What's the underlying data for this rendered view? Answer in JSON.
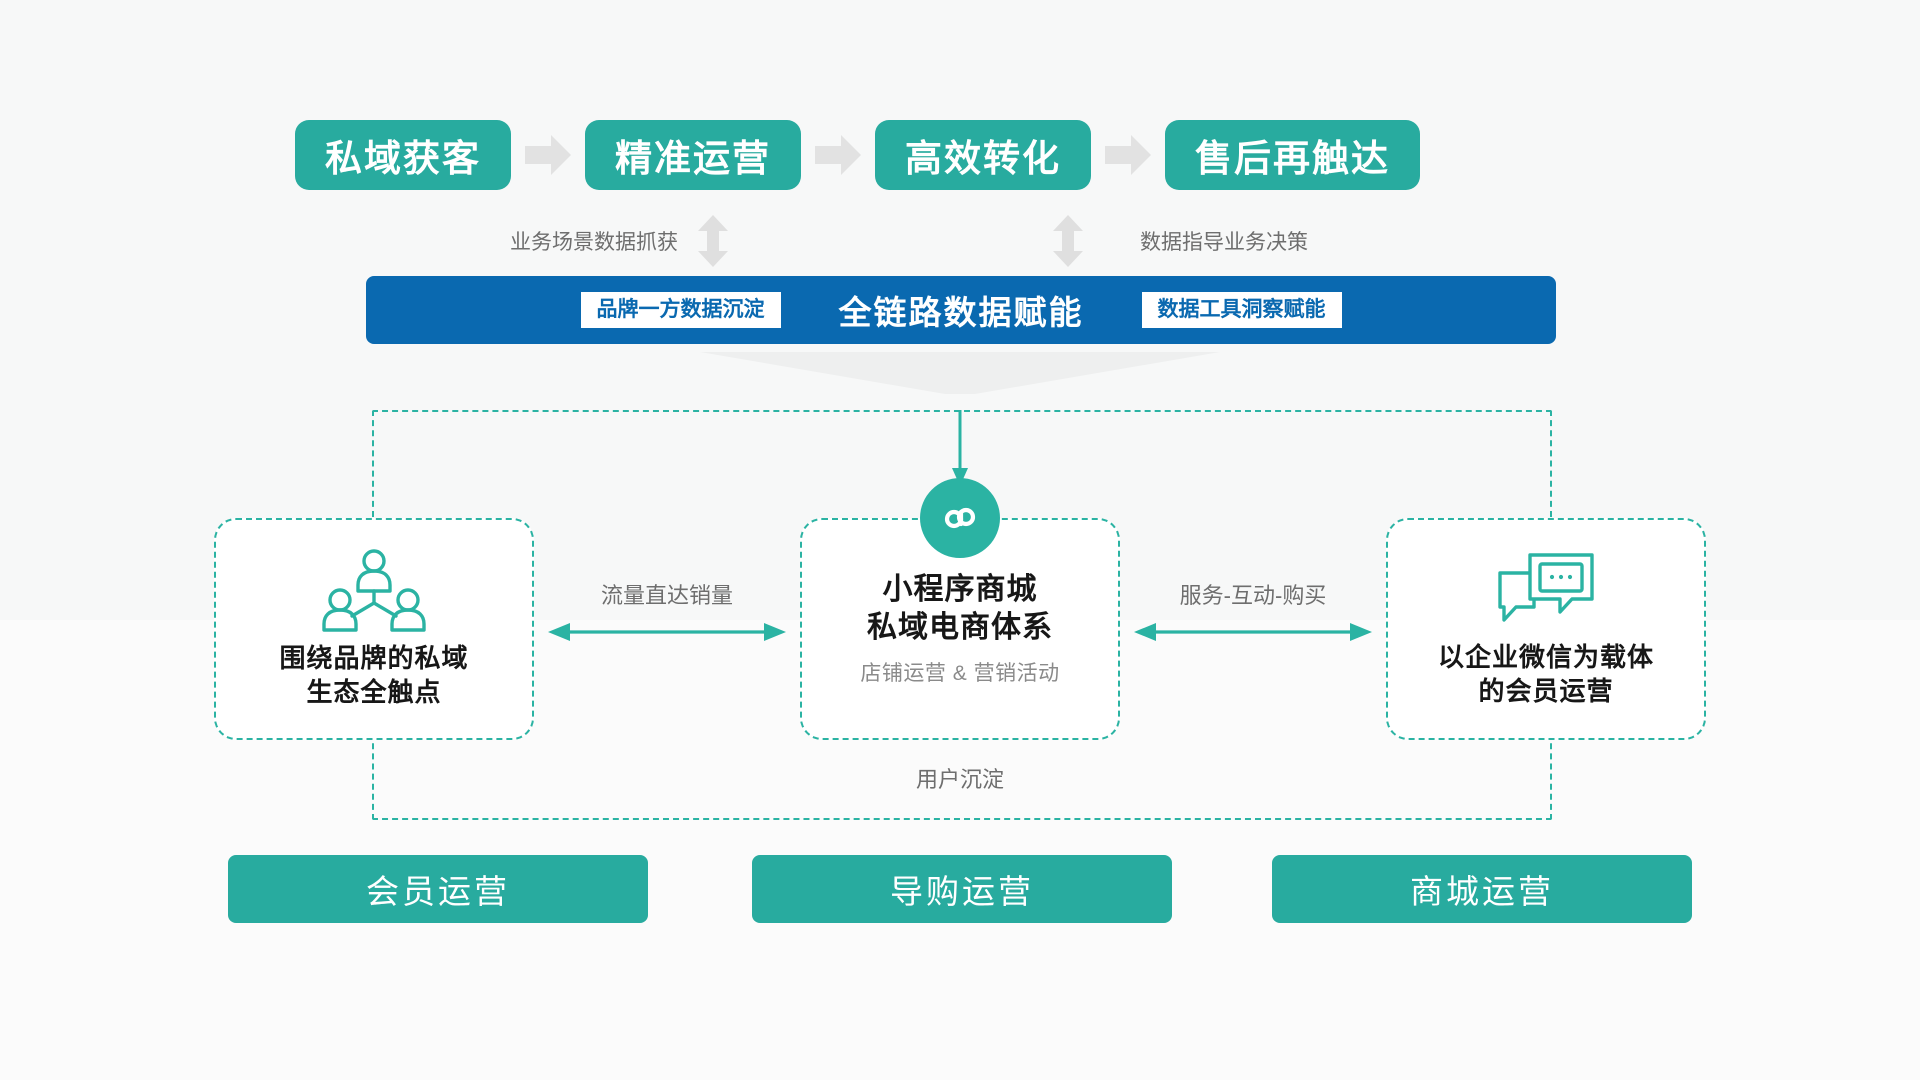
{
  "theme": {
    "teal": "#28ab9f",
    "teal_line": "#2bb3a3",
    "blue": "#0a69b0",
    "gray_text": "#6e6e6e",
    "arrow_gray": "#e0e0e0",
    "background": "#f7f8f8"
  },
  "flow_steps": [
    {
      "label": "私域获客"
    },
    {
      "label": "精准运营"
    },
    {
      "label": "高效转化"
    },
    {
      "label": "售后再触达"
    }
  ],
  "flow_connectors": [
    {
      "icon": "arrow-right-icon"
    },
    {
      "icon": "arrow-right-icon"
    },
    {
      "icon": "arrow-right-icon"
    }
  ],
  "bidirectional_notes": {
    "left_label": "业务场景数据抓获",
    "right_label": "数据指导业务决策",
    "arrow_icon": "double-arrow-vertical-icon"
  },
  "data_bar": {
    "left_tag": "品牌一方数据沉淀",
    "title": "全链路数据赋能",
    "right_tag": "数据工具洞察赋能"
  },
  "ecosystem": {
    "cards": [
      {
        "id": "private-domain-touchpoints",
        "icon": "people-group-icon",
        "title_line1": "围绕品牌的私域",
        "title_line2": "生态全触点",
        "subtitle": ""
      },
      {
        "id": "miniprogram-mall",
        "icon": "miniprogram-logo-icon",
        "title_line1": "小程序商城",
        "title_line2": "私域电商体系",
        "subtitle": "店铺运营 & 营销活动"
      },
      {
        "id": "wecom-member-operations",
        "icon": "chat-bubbles-icon",
        "title_line1": "以企业微信为载体",
        "title_line2": "的会员运营",
        "subtitle": ""
      }
    ],
    "connector_left_label": "流量直达销量",
    "connector_right_label": "服务-互动-购买",
    "loop_label": "用户沉淀"
  },
  "operation_buttons": [
    {
      "label": "会员运营"
    },
    {
      "label": "导购运营"
    },
    {
      "label": "商城运营"
    }
  ]
}
